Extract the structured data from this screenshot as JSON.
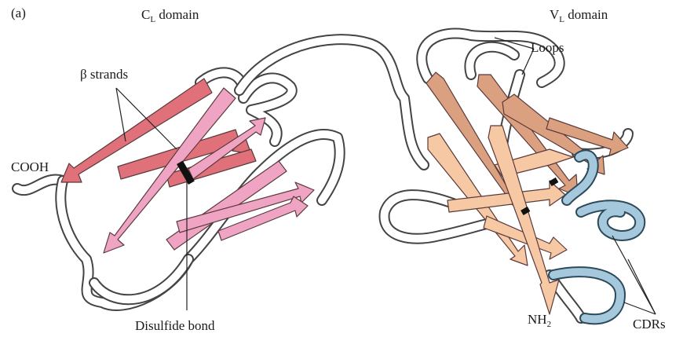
{
  "panel_label": "(a)",
  "domains": {
    "cl": {
      "main": "C",
      "sub": "L",
      "rest": " domain"
    },
    "vl": {
      "main": "V",
      "sub": "L",
      "rest": " domain"
    }
  },
  "labels": {
    "beta_strands": "β strands",
    "loops": "Loops",
    "cooh": "COOH",
    "disulfide": "Disulfide bond",
    "nh2_main": "NH",
    "nh2_sub": "2",
    "cdrs": "CDRs"
  },
  "colors": {
    "cl_strand_dark": "#e0707a",
    "cl_strand_light": "#f0a4c4",
    "vl_strand_dark": "#dba080",
    "vl_strand_light": "#f6c9a4",
    "cdr": "#a6c8dc",
    "disulfide": "#111111"
  }
}
